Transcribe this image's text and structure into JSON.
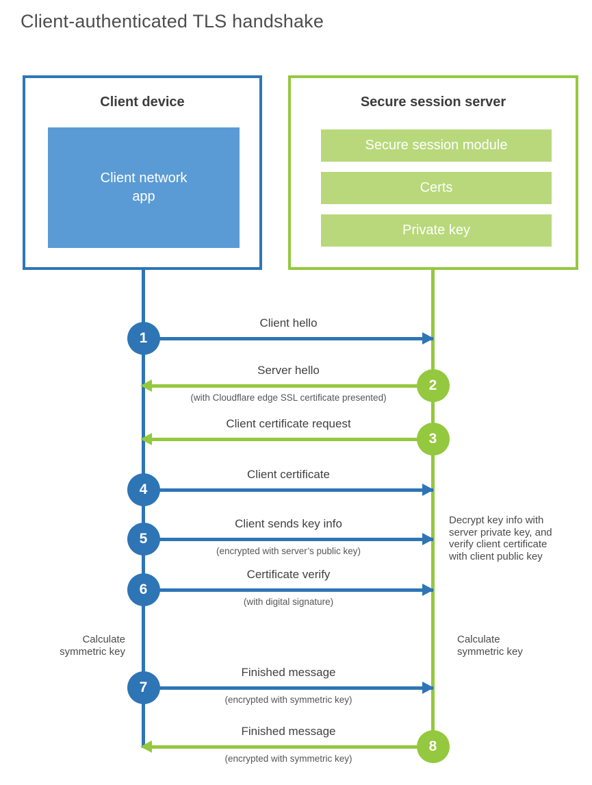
{
  "title": "Client-authenticated TLS handshake",
  "colors": {
    "client_primary": "#2e75b6",
    "client_fill": "#5b9bd5",
    "server_primary": "#94c83e",
    "server_fill": "#b8d87b",
    "text_dark": "#404040",
    "title_gray": "#4d4d4d"
  },
  "client_box": {
    "title": "Client device",
    "component": "Client network\napp"
  },
  "server_box": {
    "title": "Secure session server",
    "components": [
      "Secure session module",
      "Certs",
      "Private key"
    ]
  },
  "steps": [
    {
      "num": "1",
      "from": "client",
      "label": "Client hello",
      "sublabel": ""
    },
    {
      "num": "2",
      "from": "server",
      "label": "Server hello",
      "sublabel": "(with Cloudflare edge SSL certificate presented)"
    },
    {
      "num": "3",
      "from": "server",
      "label": "Client certificate request",
      "sublabel": ""
    },
    {
      "num": "4",
      "from": "client",
      "label": "Client certificate",
      "sublabel": ""
    },
    {
      "num": "5",
      "from": "client",
      "label": "Client sends key info",
      "sublabel": "(encrypted with server’s public key)"
    },
    {
      "num": "6",
      "from": "client",
      "label": "Certificate verify",
      "sublabel": "(with digital signature)"
    },
    {
      "num": "7",
      "from": "client",
      "label": "Finished message",
      "sublabel": "(encrypted with symmetric key)"
    },
    {
      "num": "8",
      "from": "server",
      "label": "Finished message",
      "sublabel": "(encrypted with symmetric key)"
    }
  ],
  "annotations": {
    "server_note": "Decrypt key info with\nserver private key, and\nverify client certificate\nwith client public key",
    "client_calc": "Calculate\nsymmetric key",
    "server_calc": "Calculate\nsymmetric key"
  }
}
